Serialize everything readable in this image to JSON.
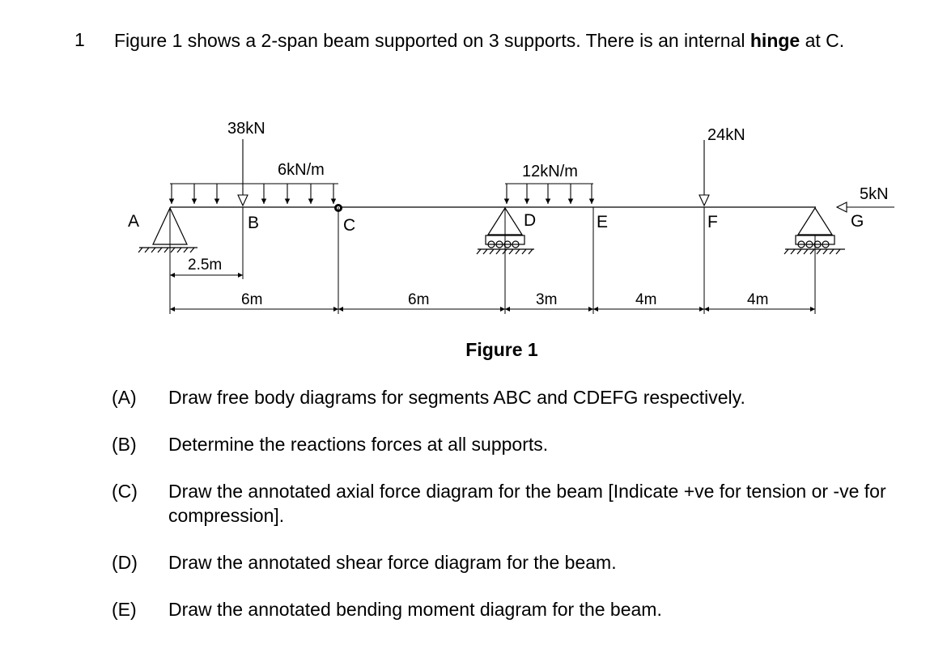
{
  "question": {
    "number": "1",
    "intro_before": "Figure 1 shows a 2-span beam supported on 3 supports. There is an internal ",
    "intro_bold": "hinge",
    "intro_after": " at C."
  },
  "figure": {
    "caption": "Figure 1",
    "points": {
      "A": "A",
      "B": "B",
      "C": "C",
      "D": "D",
      "E": "E",
      "F": "F",
      "G": "G"
    },
    "loads": {
      "point_b": "38kN",
      "udl_ac": "6kN/m",
      "udl_de": "12kN/m",
      "point_f": "24kN",
      "axial_g": "5kN"
    },
    "dimensions": {
      "ab": "2.5m",
      "ac": "6m",
      "cd": "6m",
      "de": "3m",
      "ef": "4m",
      "fg": "4m"
    }
  },
  "parts": [
    {
      "label": "(A)",
      "text": "Draw free body diagrams for segments ABC and CDEFG respectively."
    },
    {
      "label": "(B)",
      "text": "Determine the reactions forces at all supports."
    },
    {
      "label": "(C)",
      "text": "Draw the annotated axial force diagram for the beam [Indicate +ve for tension or -ve for compression]."
    },
    {
      "label": "(D)",
      "text": "Draw the annotated shear force diagram for the beam."
    },
    {
      "label": "(E)",
      "text": "Draw the annotated bending moment diagram for the beam."
    }
  ]
}
